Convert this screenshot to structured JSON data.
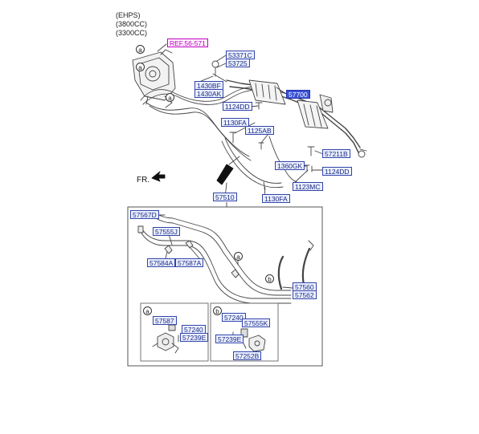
{
  "header": {
    "line1": "(EHPS)",
    "line2": "(3800CC)",
    "line3": "(3300CC)"
  },
  "ref_label": "REF.56-571",
  "front_label": "FR.",
  "callouts": {
    "a": "a",
    "b": "b"
  },
  "parts": {
    "p53371C": "53371C",
    "p53725": "53725",
    "p1430BF": "1430BF",
    "p1430AK": "1430AK",
    "p57700": "57700",
    "p1124DD_top": "1124DD",
    "p1130FA_top": "1130FA",
    "p1125AB": "1125AB",
    "p57211B": "57211B",
    "p1360GK": "1360GK",
    "p1124DD_right": "1124DD",
    "p1123MC": "1123MC",
    "p1130FA_bottom": "1130FA",
    "p57510": "57510",
    "p57567D": "57567D",
    "p57555J": "57555J",
    "p57584A": "57584A",
    "p57587A": "57587A",
    "p57560": "57560",
    "p57562": "57562",
    "p57587": "57587",
    "p57240_a": "57240",
    "p57239E_a": "57239E",
    "p57240_b": "57240",
    "p57555K": "57555K",
    "p57239E_b": "57239E",
    "p57252B": "57252B"
  }
}
